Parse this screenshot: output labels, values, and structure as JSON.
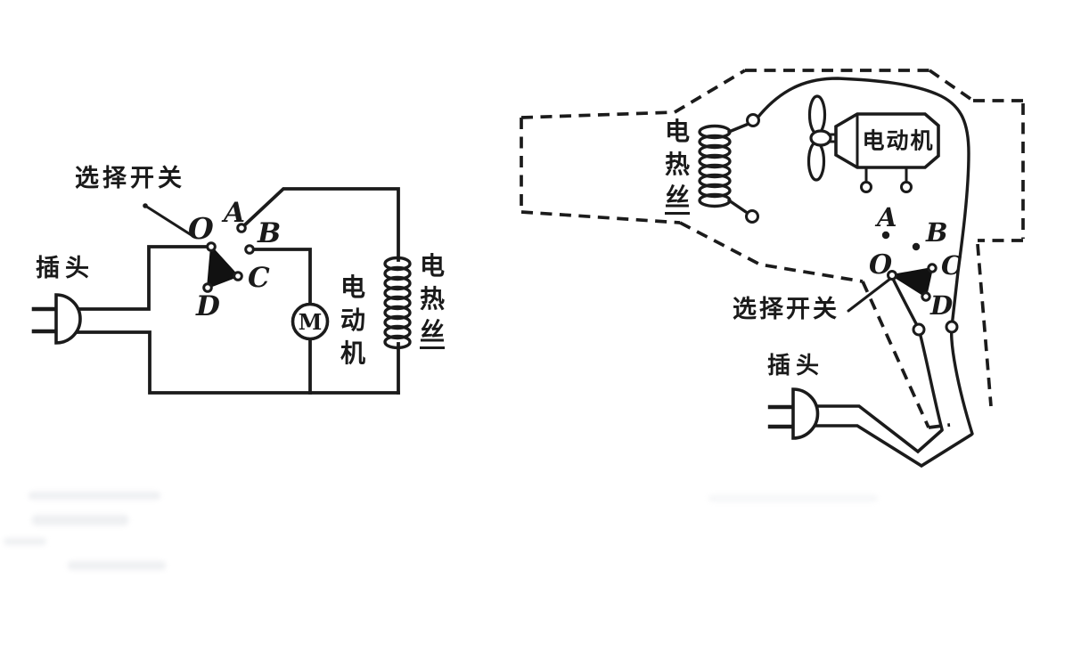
{
  "colors": {
    "ink": "#1b1b1b",
    "background": "#ffffff"
  },
  "left_diagram": {
    "selector_switch_label": "选择开关",
    "plug_label": "插头",
    "pivot_label": "O",
    "contact_a": "A",
    "contact_b": "B",
    "contact_c": "C",
    "contact_d": "D",
    "motor_symbol": "M",
    "motor_chars": [
      "电",
      "动",
      "机"
    ],
    "heater_chars": [
      "电",
      "热",
      "丝"
    ]
  },
  "right_diagram": {
    "heater_chars": [
      "电",
      "热",
      "丝"
    ],
    "motor_label": "电动机",
    "selector_switch_label": "选择开关",
    "plug_label": "插头",
    "pivot_label": "O",
    "contact_a": "A",
    "contact_b": "B",
    "contact_c": "C",
    "contact_d": "D"
  }
}
